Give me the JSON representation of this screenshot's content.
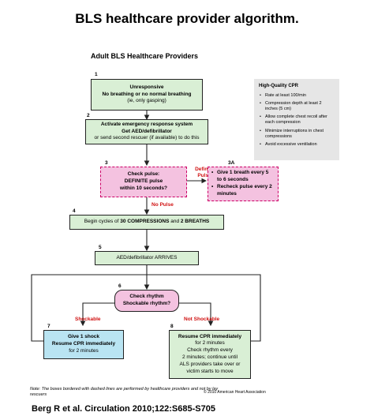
{
  "page_title": "BLS healthcare provider algorithm.",
  "subtitle": "Adult BLS Healthcare Providers",
  "steps": {
    "s1": {
      "num": "1",
      "line1": "Unresponsive",
      "line2": "No breathing or no normal breathing",
      "line3": "(ie, only gasping)"
    },
    "s2": {
      "num": "2",
      "line1": "Activate emergency response system",
      "line2": "Get AED/defibrillator",
      "line3": "or send second rescuer (if available) to do this"
    },
    "s3": {
      "num": "3",
      "line1": "Check pulse:",
      "line2": "DEFINITE pulse",
      "line3": "within 10 seconds?"
    },
    "s3a": {
      "num": "3A",
      "items": [
        "Give 1 breath every 5 to 6 seconds",
        "Recheck pulse every 2 minutes"
      ]
    },
    "s4": {
      "num": "4",
      "pre": "Begin cycles of ",
      "bold1": "30 COMPRESSIONS",
      "mid": " and ",
      "bold2": "2 BREATHS"
    },
    "s5": {
      "num": "5",
      "line1": "AED/defibrillator ARRIVES"
    },
    "s6": {
      "num": "6",
      "line1": "Check rhythm",
      "line2": "Shockable rhythm?"
    },
    "s7": {
      "num": "7",
      "line1": "Give 1 shock",
      "line2": "Resume CPR immediately",
      "line3": "for 2 minutes"
    },
    "s8": {
      "num": "8",
      "line1": "Resume CPR immediately",
      "line2": "for 2 minutes",
      "line3": "Check rhythm every",
      "line4": "2 minutes; continue until",
      "line5": "ALS providers take over or",
      "line6": "victim starts to move"
    }
  },
  "flow_labels": {
    "definite_pulse": "Definite Pulse",
    "no_pulse": "No Pulse",
    "shockable": "Shockable",
    "not_shockable": "Not Shockable"
  },
  "high_quality_cpr": {
    "title": "High-Quality CPR",
    "items": [
      "Rate at least 100/min",
      "Compression depth at least 2 inches (5 cm)",
      "Allow complete chest recoil after each compression",
      "Minimize interruptions in chest compressions",
      "Avoid excessive ventilation"
    ]
  },
  "note": "Note: The boxes bordered with dashed lines are performed by healthcare providers and not by lay rescuers",
  "copyright": "© 2010 American Heart Association",
  "citation": "Berg R et al. Circulation 2010;122:S685-S705",
  "colors": {
    "green_box": "#d9efd5",
    "pink_box": "#f4c2e0",
    "cyan_box": "#b9e4f2",
    "dashed_border": "#cc0066",
    "label_red": "#d01010",
    "cpr_panel": "#e6e6e6"
  }
}
